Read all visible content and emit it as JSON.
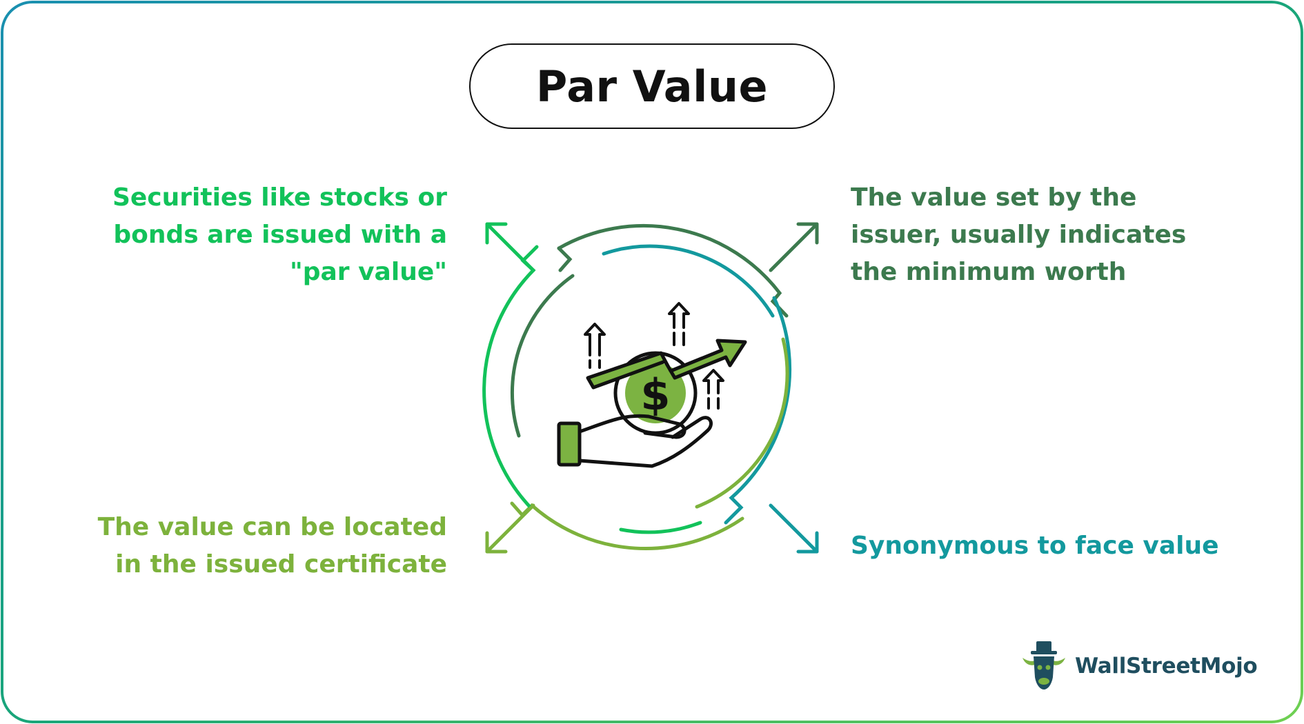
{
  "title": "Par Value",
  "points": {
    "top_left": "Securities like stocks or\nbonds are issued with a\n\"par value\"",
    "top_right": "The value set by the\nissuer, usually indicates\nthe minimum worth",
    "bottom_left": "The value can be located\nin the issued certificate",
    "bottom_right": "Synonymous to face value"
  },
  "colors": {
    "green": "#12c25a",
    "dark_green": "#3c7a4e",
    "olive": "#7db23c",
    "teal": "#13999e",
    "icon_green": "#7cb342",
    "ink": "#111111"
  },
  "icons": {
    "center": "hand-holding-coin-growth-icon",
    "logo": "bull-with-hat-icon"
  },
  "logo": {
    "wordmark": "WallStreetMojo"
  }
}
